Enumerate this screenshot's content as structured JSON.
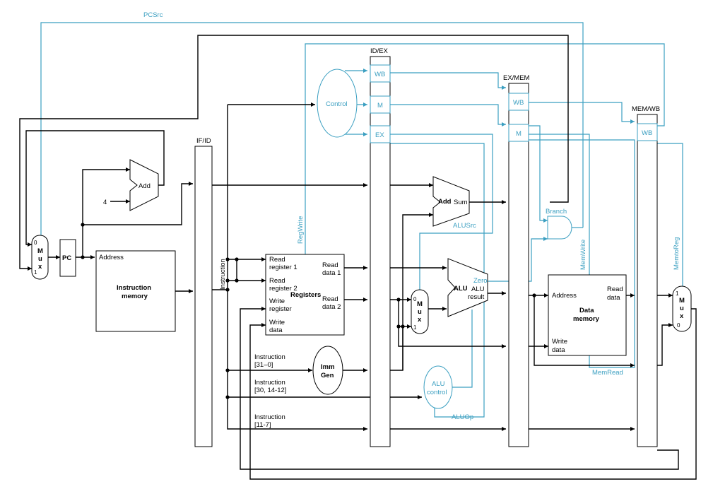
{
  "signals": {
    "pcsrc": "PCSrc",
    "regwrite": "RegWrite",
    "branch": "Branch",
    "memwrite": "MemWrite",
    "memtoreg": "MemtoReg",
    "alusrc": "ALUSrc",
    "memread": "MemRead",
    "aluop": "ALUOp"
  },
  "registers": {
    "ifid": "IF/ID",
    "idex": "ID/EX",
    "exmem": "EX/MEM",
    "memwb": "MEM/WB",
    "wb": "WB",
    "m": "M",
    "ex": "EX"
  },
  "units": {
    "pc": "PC",
    "add": "Add",
    "four": "4",
    "address": "Address",
    "imem_line1": "Instruction",
    "imem_line2": "memory",
    "instruction": "Instruction",
    "control": "Control",
    "reg_read1_a": "Read",
    "reg_read1_b": "register 1",
    "reg_read2_a": "Read",
    "reg_read2_b": "register 2",
    "reg_write_a": "Write",
    "reg_write_b": "register",
    "reg_wdata_a": "Write",
    "reg_wdata_b": "data",
    "reg_data1_a": "Read",
    "reg_data1_b": "data 1",
    "reg_data2_a": "Read",
    "reg_data2_b": "data 2",
    "registers": "Registers",
    "instr_31_0_a": "Instruction",
    "instr_31_0_b": "[31–0]",
    "instr_30_a": "Instruction",
    "instr_30_b": "[30, 14-12]",
    "instr_11_7_a": "Instruction",
    "instr_11_7_b": "[11-7]",
    "imm_a": "Imm",
    "imm_b": "Gen",
    "add_bold": "Add",
    "sum": "Sum",
    "alu": "ALU",
    "zero": "Zero",
    "alu_result_a": "ALU",
    "alu_result_b": "result",
    "aluctl_a": "ALU",
    "aluctl_b": "control",
    "dmem_addr": "Address",
    "dmem_read_a": "Read",
    "dmem_read_b": "data",
    "dmem_write_a": "Write",
    "dmem_write_b": "data",
    "dmem_title_a": "Data",
    "dmem_title_b": "memory",
    "mux": [
      "M",
      "u",
      "x"
    ],
    "zero_in": "0",
    "one_in": "1"
  }
}
